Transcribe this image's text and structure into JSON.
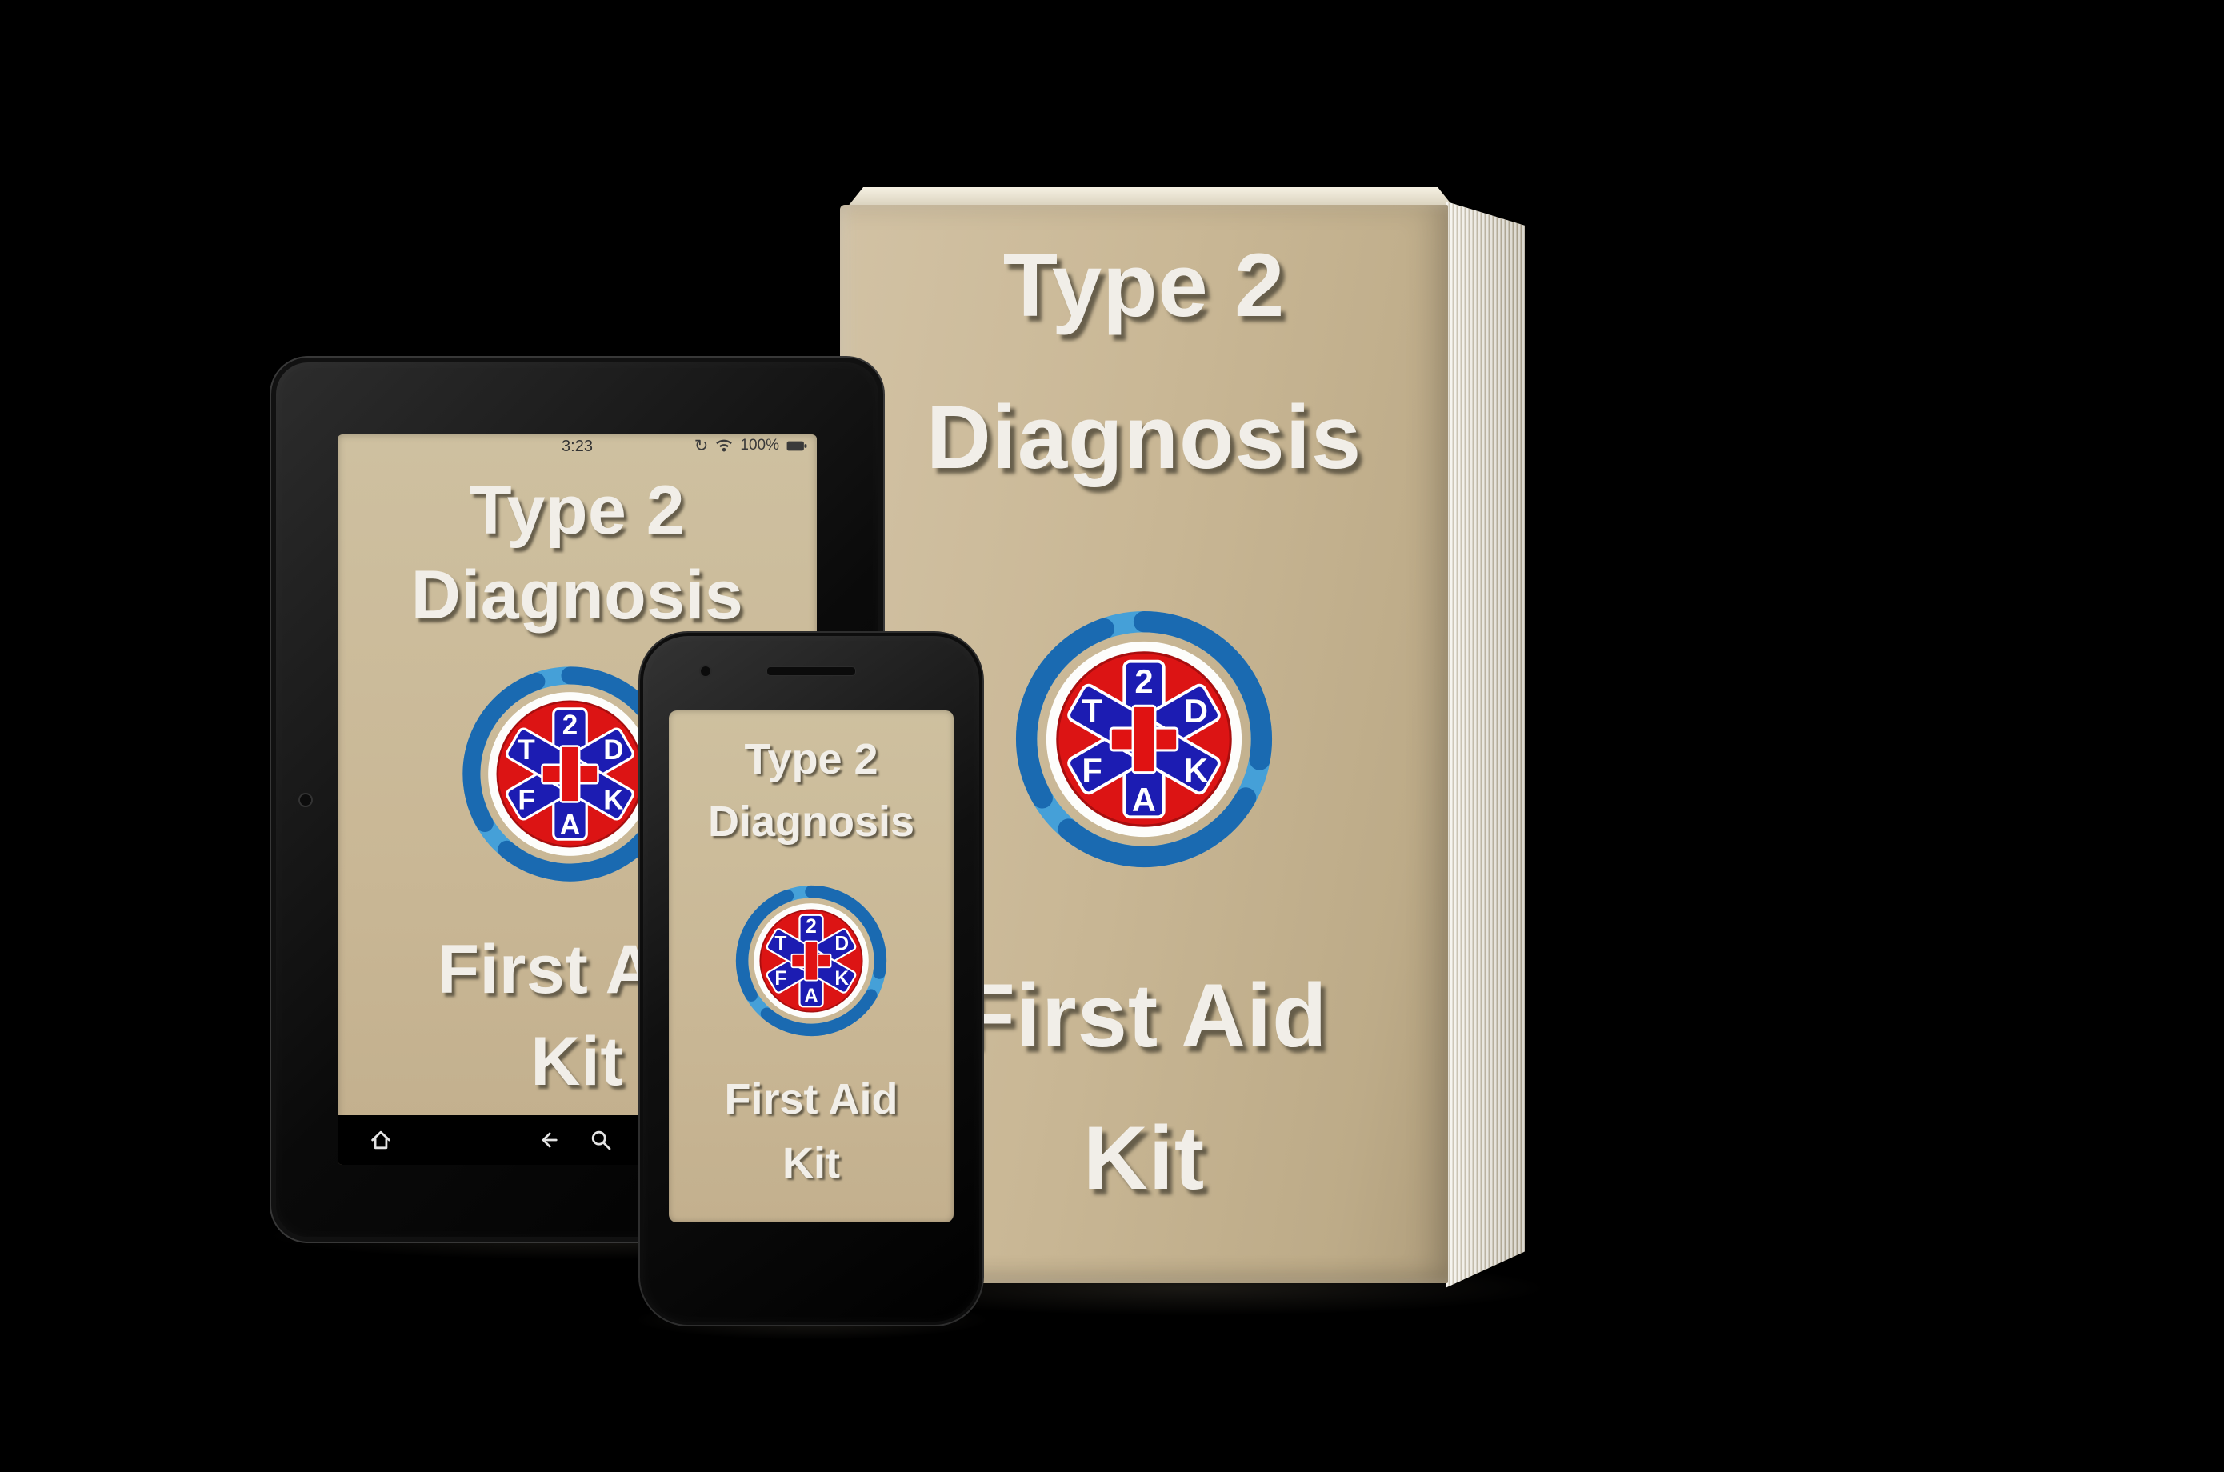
{
  "cover": {
    "title_line1": "Type 2",
    "title_line2": "Diagnosis",
    "subtitle_line1": "First Aid",
    "subtitle_line2": "Kit"
  },
  "logo": {
    "letters": [
      "T",
      "2",
      "D",
      "F",
      "A",
      "K"
    ]
  },
  "tablet": {
    "status_bar": {
      "time": "3:23",
      "battery_percent": "100%",
      "icons": [
        "sync-icon",
        "wifi-icon",
        "battery-icon"
      ]
    },
    "nav_bar": {
      "icons": [
        "home-icon",
        "back-icon",
        "search-icon"
      ]
    }
  },
  "colors": {
    "background": "#000000",
    "cover_tan": "#c9b795",
    "title_text": "#f1eee8",
    "swirl_light": "#45a0d8",
    "swirl_dark": "#1a6ab1",
    "disc_red": "#dc1414",
    "star_blue": "#1c1cb2",
    "cross_red": "#e01212",
    "letter_white": "#ffffff"
  }
}
